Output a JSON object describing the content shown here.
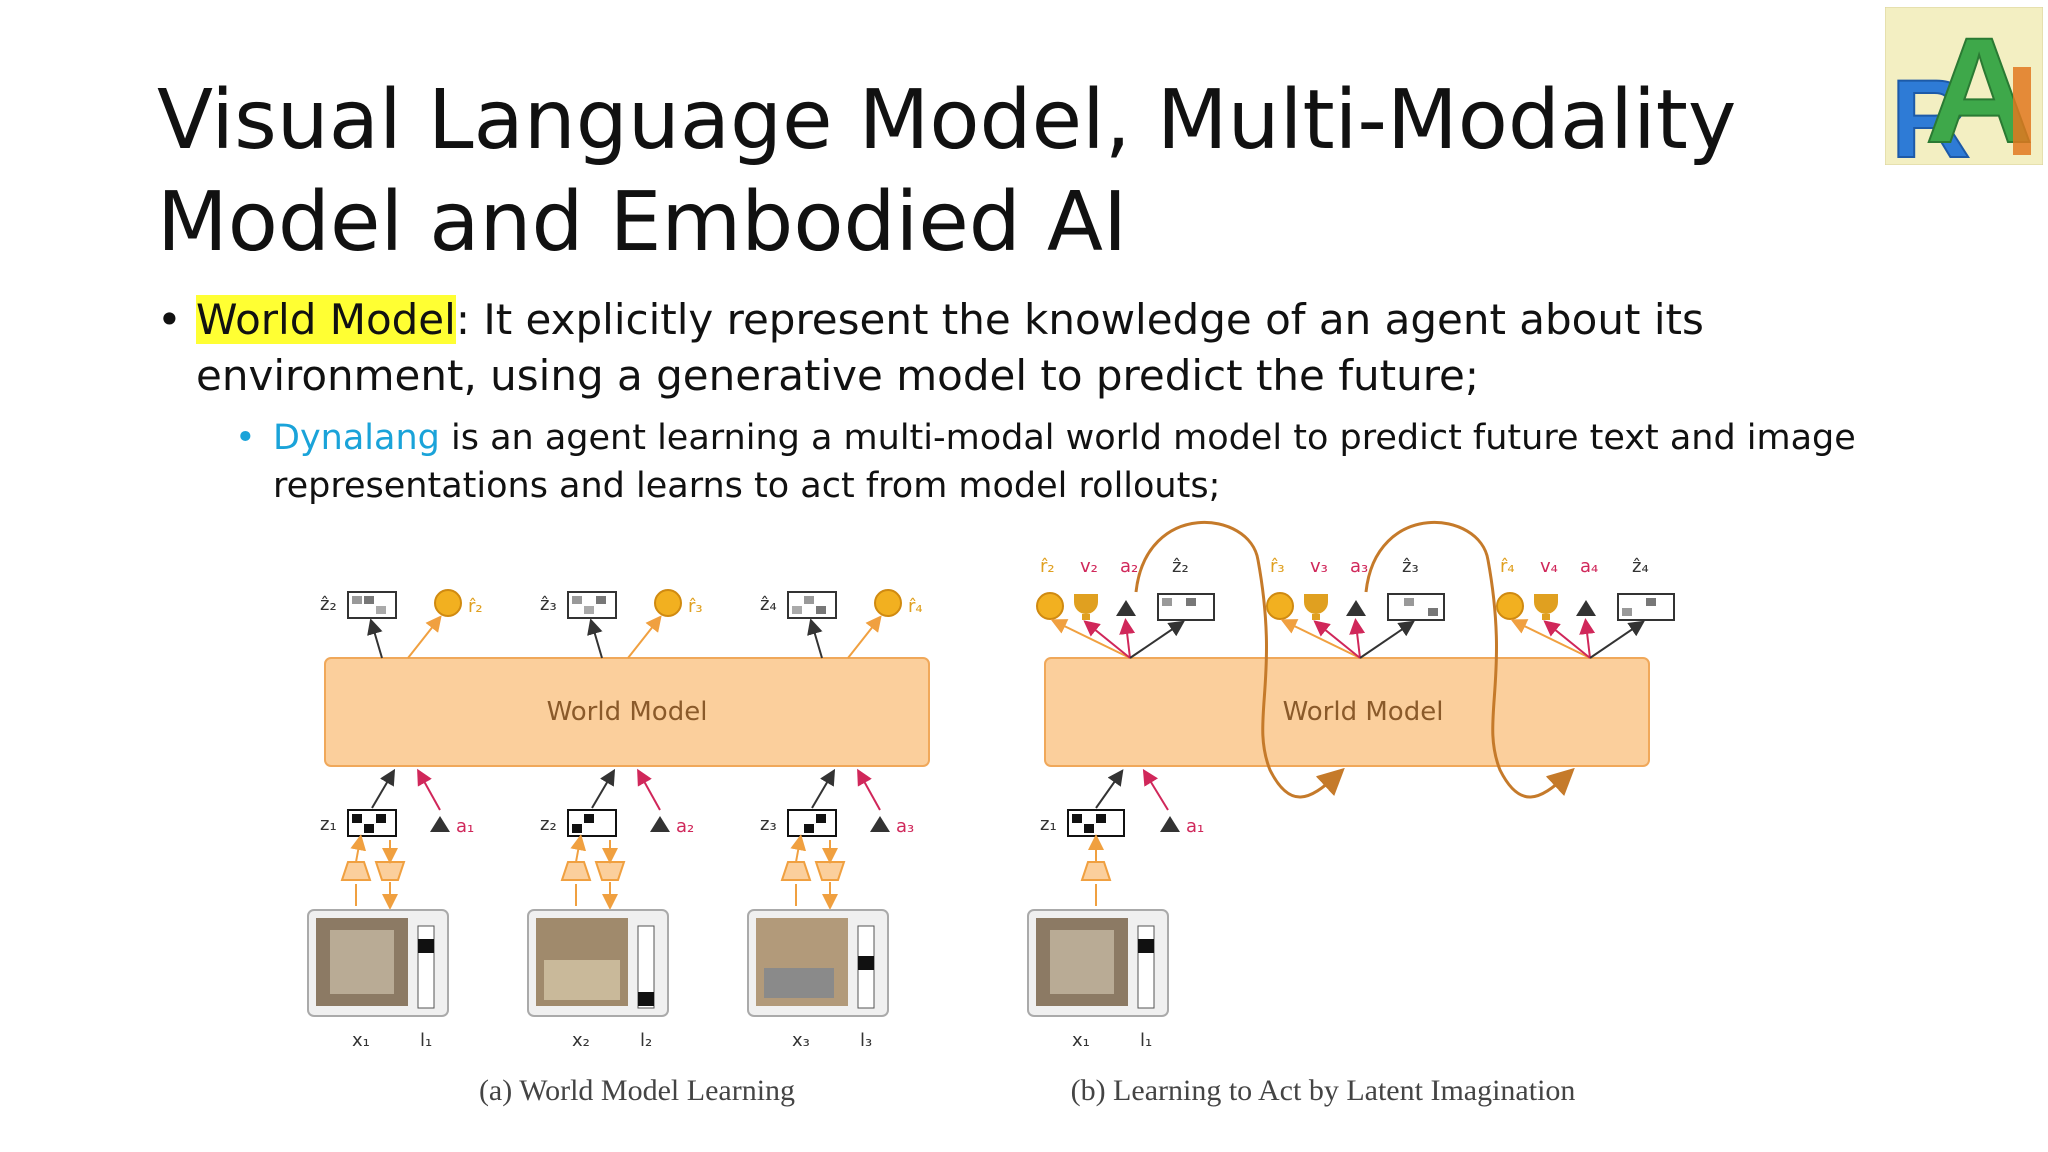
{
  "slide": {
    "title": "Visual Language Model, Multi-Modality Model and Embodied AI",
    "bullet1": {
      "highlight": "World Model",
      "text": ": It explicitly represent the knowledge of an agent about its environment, using a generative model to predict the future;"
    },
    "bullet2": {
      "link": "Dynalang",
      "text": " is an agent learning a multi-modal world model to predict future text and image representations and learns to act from model rollouts;"
    },
    "logo": {
      "text": "RAI",
      "colors": {
        "r": "#2e7bd6",
        "a": "#3ea84a",
        "i": "#e07820",
        "bg": "#f3efc2"
      }
    }
  },
  "diagram": {
    "left": {
      "caption": "(a) World Model Learning",
      "box_label": "World Model",
      "steps": [
        {
          "z_out": "ẑ₂",
          "r_out": "r̂₂",
          "z_in": "z₁",
          "a_in": "a₁",
          "x": "x₁",
          "l": "l₁"
        },
        {
          "z_out": "ẑ₃",
          "r_out": "r̂₃",
          "z_in": "z₂",
          "a_in": "a₂",
          "x": "x₂",
          "l": "l₂"
        },
        {
          "z_out": "ẑ₄",
          "r_out": "r̂₄",
          "z_in": "z₃",
          "a_in": "a₃",
          "x": "x₃",
          "l": "l₃"
        }
      ]
    },
    "right": {
      "caption": "(b) Learning to Act by Latent Imagination",
      "box_label": "World Model",
      "steps": [
        {
          "r": "r̂₂",
          "v": "v₂",
          "a": "a₂",
          "z": "ẑ₂"
        },
        {
          "r": "r̂₃",
          "v": "v₃",
          "a": "a₃",
          "z": "ẑ₃"
        },
        {
          "r": "r̂₄",
          "v": "v₄",
          "a": "a₄",
          "z": "ẑ₄"
        }
      ],
      "input": {
        "z_in": "z₁",
        "a_in": "a₁",
        "x": "x₁",
        "l": "l₁"
      }
    },
    "colors": {
      "box_fill": "#fbcf9c",
      "box_stroke": "#f0a85a",
      "orange": "#f0a040",
      "red": "#d0275a",
      "dark": "#333333"
    }
  }
}
